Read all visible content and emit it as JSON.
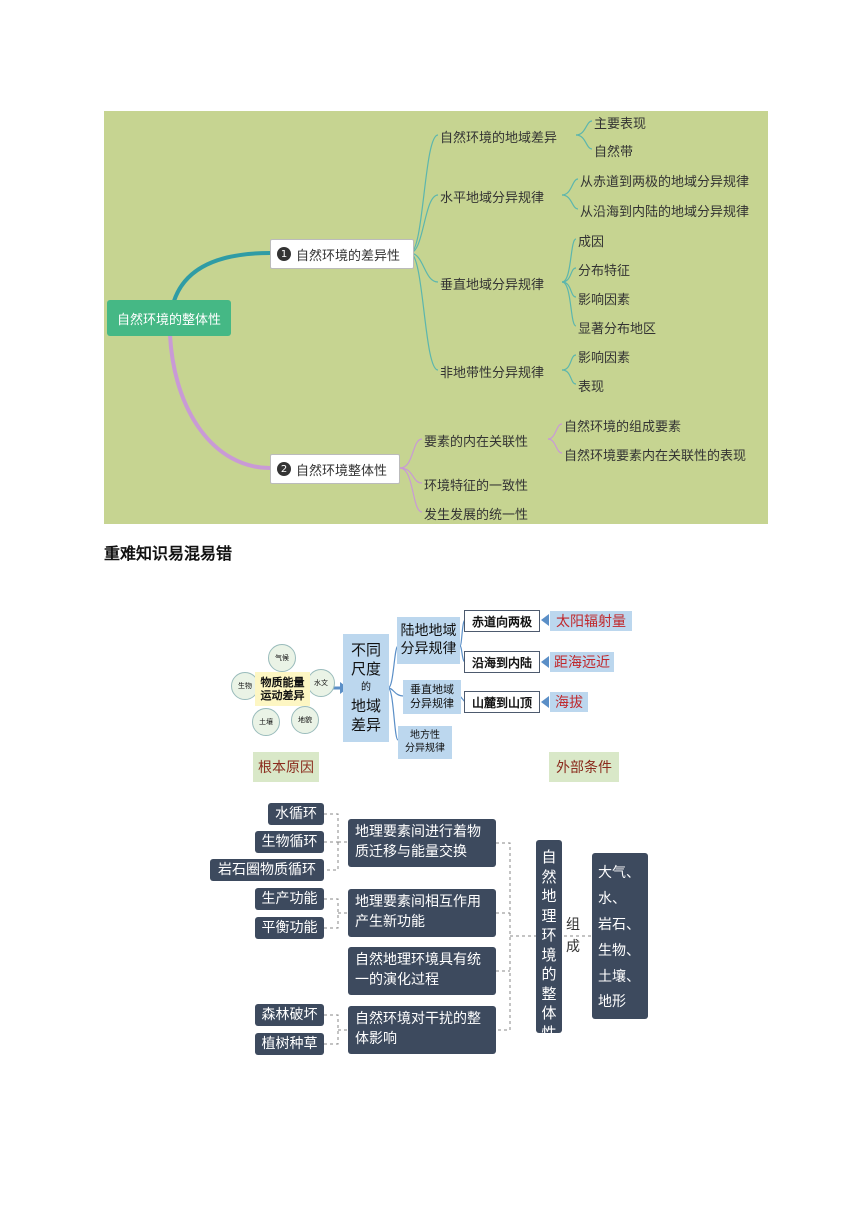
{
  "mindmap": {
    "root": "自然环境的整体性",
    "branch1": {
      "num": "1",
      "label": "自然环境的差异性",
      "children": [
        {
          "label": "自然环境的地域差异",
          "leaves": [
            "主要表现",
            "自然带"
          ]
        },
        {
          "label": "水平地域分异规律",
          "leaves": [
            "从赤道到两极的地域分异规律",
            "从沿海到内陆的地域分异规律"
          ]
        },
        {
          "label": "垂直地域分异规律",
          "leaves": [
            "成因",
            "分布特征",
            "影响因素",
            "显著分布地区"
          ]
        },
        {
          "label": "非地带性分异规律",
          "leaves": [
            "影响因素",
            "表现"
          ]
        }
      ]
    },
    "branch2": {
      "num": "2",
      "label": "自然环境整体性",
      "children": [
        {
          "label": "要素的内在关联性",
          "leaves": [
            "自然环境的组成要素",
            "自然环境要素内在关联性的表现"
          ]
        },
        {
          "label": "环境特征的一致性",
          "leaves": []
        },
        {
          "label": "发生发展的统一性",
          "leaves": []
        }
      ]
    }
  },
  "heading": "重难知识易混易错",
  "diagram2": {
    "center": "物质能量\n运动差异",
    "circles": [
      "气候",
      "水文",
      "地貌",
      "土壤",
      "生物"
    ],
    "scale": {
      "top": "不同\n尺度",
      "mid": "的",
      "bottom": "地域\n差异"
    },
    "land": "陆地地域\n分异规律",
    "vertical": "垂直地域\n分异规律",
    "local": "地方性\n分异规律",
    "rules": [
      "赤道向两极",
      "沿海到内陆",
      "山麓到山顶"
    ],
    "factors": [
      "太阳辐射量",
      "距海远近",
      "海拔"
    ],
    "root_cause": "根本原因",
    "external": "外部条件",
    "left_items": [
      "水循环",
      "生物循环",
      "岩石圈物质循环",
      "生产功能",
      "平衡功能",
      "森林破坏",
      "植树种草"
    ],
    "mid_items": [
      "地理要素间进行着物\n质迁移与能量交换",
      "地理要素间相互作用\n产生新功能",
      "自然地理环境具有统\n一的演化过程",
      "自然环境对干扰的整\n体影响"
    ],
    "main": "自然地理环境的整体性",
    "link": "组\n成",
    "components": "大气、\n水、\n岩石、\n生物、\n土壤、\n地形"
  }
}
